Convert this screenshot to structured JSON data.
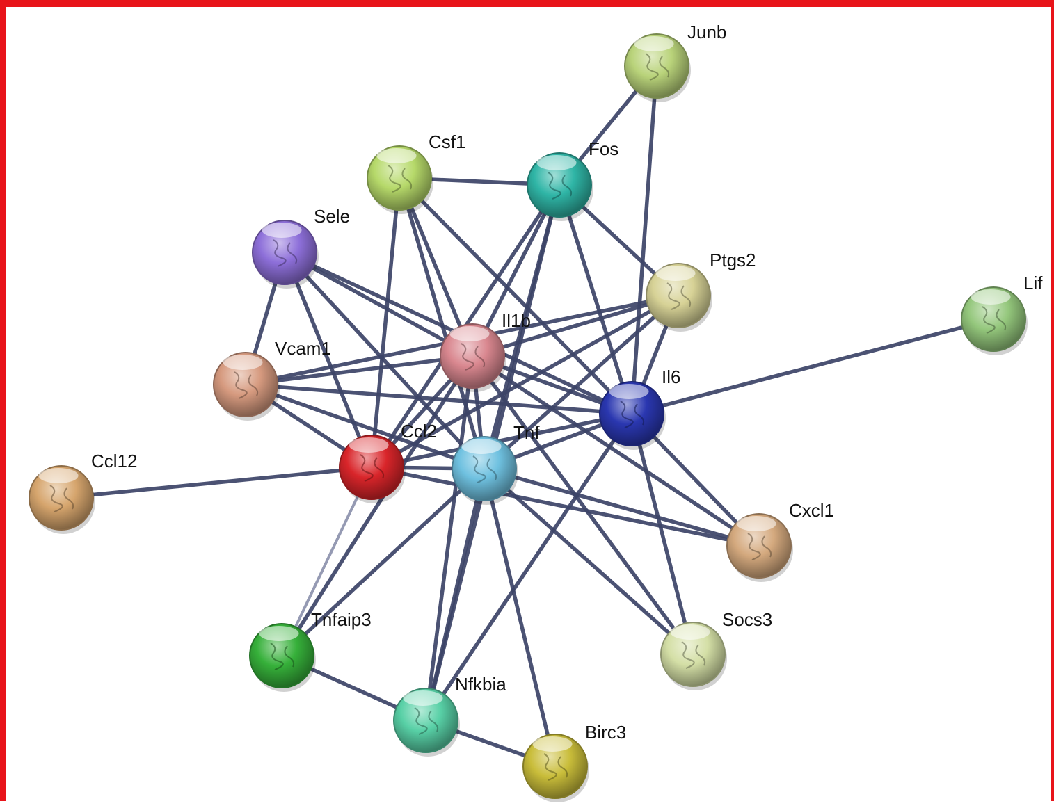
{
  "network": {
    "nodes": [
      {
        "id": "Junb",
        "label": "Junb",
        "color": "#b9d37a"
      },
      {
        "id": "Csf1",
        "label": "Csf1",
        "color": "#b6d96a"
      },
      {
        "id": "Fos",
        "label": "Fos",
        "color": "#2fb5a6"
      },
      {
        "id": "Sele",
        "label": "Sele",
        "color": "#8d6fd9"
      },
      {
        "id": "Ptgs2",
        "label": "Ptgs2",
        "color": "#d7d296"
      },
      {
        "id": "Lif",
        "label": "Lif",
        "color": "#94c77c"
      },
      {
        "id": "Il1b",
        "label": "Il1b",
        "color": "#d9878f"
      },
      {
        "id": "Vcam1",
        "label": "Vcam1",
        "color": "#d69a7f"
      },
      {
        "id": "Il6",
        "label": "Il6",
        "color": "#2a37b0"
      },
      {
        "id": "Ccl2",
        "label": "Ccl2",
        "color": "#d9252a"
      },
      {
        "id": "Tnf",
        "label": "Tnf",
        "color": "#6fc1e0"
      },
      {
        "id": "Ccl12",
        "label": "Ccl12",
        "color": "#d6a56d"
      },
      {
        "id": "Cxcl1",
        "label": "Cxcl1",
        "color": "#d4a97e"
      },
      {
        "id": "Tnfaip3",
        "label": "Tnfaip3",
        "color": "#36b03a"
      },
      {
        "id": "Socs3",
        "label": "Socs3",
        "color": "#d4dfa6"
      },
      {
        "id": "Nfkbia",
        "label": "Nfkbia",
        "color": "#58d0a6"
      },
      {
        "id": "Birc3",
        "label": "Birc3",
        "color": "#c9bd3a"
      }
    ],
    "edges": [
      [
        "Junb",
        "Fos"
      ],
      [
        "Junb",
        "Il6"
      ],
      [
        "Csf1",
        "Fos"
      ],
      [
        "Csf1",
        "Il1b"
      ],
      [
        "Csf1",
        "Ccl2"
      ],
      [
        "Csf1",
        "Tnf"
      ],
      [
        "Csf1",
        "Il6"
      ],
      [
        "Fos",
        "Il1b"
      ],
      [
        "Fos",
        "Ccl2"
      ],
      [
        "Fos",
        "Tnf"
      ],
      [
        "Fos",
        "Il6"
      ],
      [
        "Fos",
        "Ptgs2"
      ],
      [
        "Fos",
        "Nfkbia"
      ],
      [
        "Sele",
        "Vcam1"
      ],
      [
        "Sele",
        "Il1b"
      ],
      [
        "Sele",
        "Ccl2"
      ],
      [
        "Sele",
        "Tnf"
      ],
      [
        "Sele",
        "Il6"
      ],
      [
        "Ptgs2",
        "Il1b"
      ],
      [
        "Ptgs2",
        "Il6"
      ],
      [
        "Ptgs2",
        "Tnf"
      ],
      [
        "Ptgs2",
        "Ccl2"
      ],
      [
        "Ptgs2",
        "Vcam1"
      ],
      [
        "Lif",
        "Il6"
      ],
      [
        "Il1b",
        "Vcam1"
      ],
      [
        "Il1b",
        "Ccl2"
      ],
      [
        "Il1b",
        "Tnf"
      ],
      [
        "Il1b",
        "Il6"
      ],
      [
        "Il1b",
        "Cxcl1"
      ],
      [
        "Il1b",
        "Socs3"
      ],
      [
        "Il1b",
        "Nfkbia"
      ],
      [
        "Il1b",
        "Tnfaip3"
      ],
      [
        "Vcam1",
        "Ccl2"
      ],
      [
        "Vcam1",
        "Tnf"
      ],
      [
        "Vcam1",
        "Il6"
      ],
      [
        "Il6",
        "Ccl2"
      ],
      [
        "Il6",
        "Tnf"
      ],
      [
        "Il6",
        "Cxcl1"
      ],
      [
        "Il6",
        "Socs3"
      ],
      [
        "Il6",
        "Nfkbia"
      ],
      [
        "Ccl2",
        "Tnf"
      ],
      [
        "Ccl2",
        "Ccl12"
      ],
      [
        "Ccl2",
        "Cxcl1"
      ],
      [
        "Tnf",
        "Cxcl1"
      ],
      [
        "Tnf",
        "Socs3"
      ],
      [
        "Tnf",
        "Tnfaip3"
      ],
      [
        "Tnf",
        "Nfkbia"
      ],
      [
        "Tnf",
        "Birc3"
      ],
      [
        "Tnfaip3",
        "Nfkbia"
      ],
      [
        "Nfkbia",
        "Birc3"
      ]
    ],
    "light_edges": [
      [
        "Ccl2",
        "Tnfaip3"
      ]
    ]
  }
}
